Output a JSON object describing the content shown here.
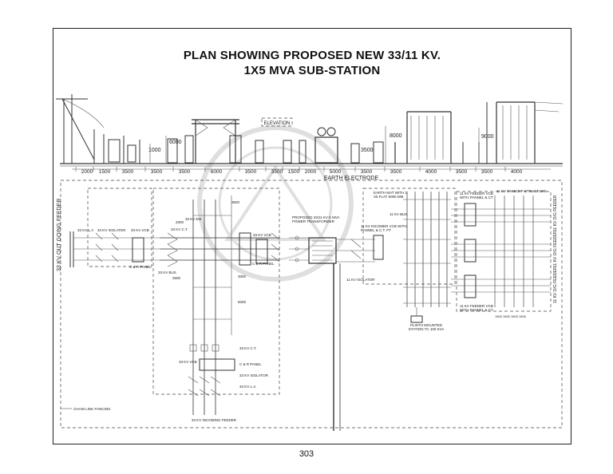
{
  "title": {
    "line1": "PLAN SHOWING PROPOSED NEW 33/11 KV.",
    "line2": "1X5 MVA SUB-STATION"
  },
  "page_number": "303",
  "elevation": {
    "label": "ELEVATION",
    "earth_label": "EARTH ELECTRODE",
    "heights": [
      "6000",
      "1000",
      "8000",
      "3500",
      "9000"
    ],
    "bay_widths": [
      "2000",
      "1500",
      "3500",
      "3500",
      "3500",
      "6000",
      "3500",
      "3500",
      "1500",
      "2000",
      "5000",
      "3500",
      "3500",
      "4000",
      "3500",
      "3500",
      "4000"
    ]
  },
  "plan": {
    "feeder_out": "33 KV OUT GOING FEEDER",
    "la_33": "33 KV L.A",
    "isolater_33": "33 KV ISOLATER",
    "vcb_33_left": "33 KV VCB",
    "ct_33_left": "33 KV C.T.",
    "energy_meter": "33 KV EM",
    "cr_panel_left": "C & R PANEL",
    "bus_33": "33 KV BUS",
    "dim_2000": "2000",
    "dim_2500": "2500",
    "dim_3500": "3500",
    "dim_3000": "3000",
    "dim_6000": "6000",
    "vcb_33_mid": "33 KV VCB",
    "cr_panel_mid": "C & R PANEL",
    "transformer": "PROPOSED 33/11 KV 5 MVA POWER TRANSFORMER",
    "earth_mat": "EARTH MAT WITH 1 X5 FLAT 5000 MM",
    "bus_11": "11 KV BUS",
    "incomer_vcb": "11 KV INCOMER VCB WITH PANNEL & C.T. PT",
    "isolator_11": "11 KV ISOLATOR",
    "feeder_vcb_top": "11 KV FEEDER VCB WITH PANNEL & CT",
    "takeoff": "11 KV TAKEOFF STRUCTURE",
    "feeder_vcb_bottom": "11 KV FEEDER VCB WITH PANNEL & CT",
    "og_feeder": "11 KV O/G FEEDER",
    "plinth": "PLINTH MOUNTED STATION TC 100 KVA",
    "ct_33_bottom": "33 KV C.T.",
    "vcb_33_bottom": "33 KV VCB",
    "cr_panel_bottom": "C & R PANEL",
    "isolator_33_bottom": "33 KV ISOLATOR",
    "la_33_bottom": "33 KV L.A.",
    "incoming": "33 KV INCOMING FEEDER",
    "fencing": "CHAIN LINK FANCING",
    "bottom_dims": "1500 1500 1500 1500"
  }
}
